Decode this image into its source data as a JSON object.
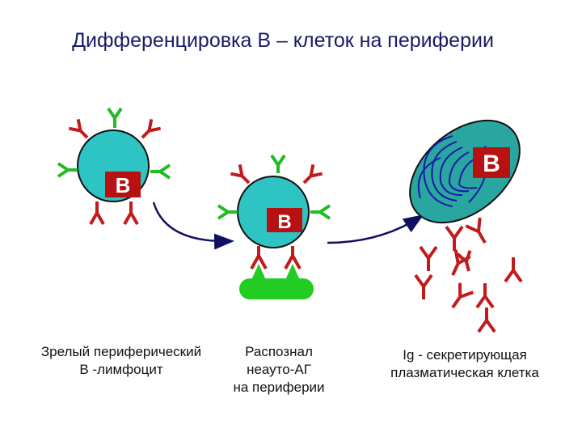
{
  "title": "Дифференцировка В – клеток на периферии",
  "cell_label": "B",
  "captions": {
    "mature": "Зрелый периферический\nВ -лимфоцит",
    "recognized": "Распознал\nнеауто-АГ\nна периферии",
    "plasma": "Ig - секретирующая\nплазматическая клетка"
  },
  "colors": {
    "cell_fill": "#2ec4c4",
    "plasma_fill": "#2aa6a0",
    "nucleus_label_bg": "#b81111",
    "receptor_red": "#c21b1b",
    "receptor_green": "#22bb22",
    "antigen_green": "#22cc22",
    "arrow_navy": "#101060",
    "er_blue": "#1a1aa6"
  }
}
